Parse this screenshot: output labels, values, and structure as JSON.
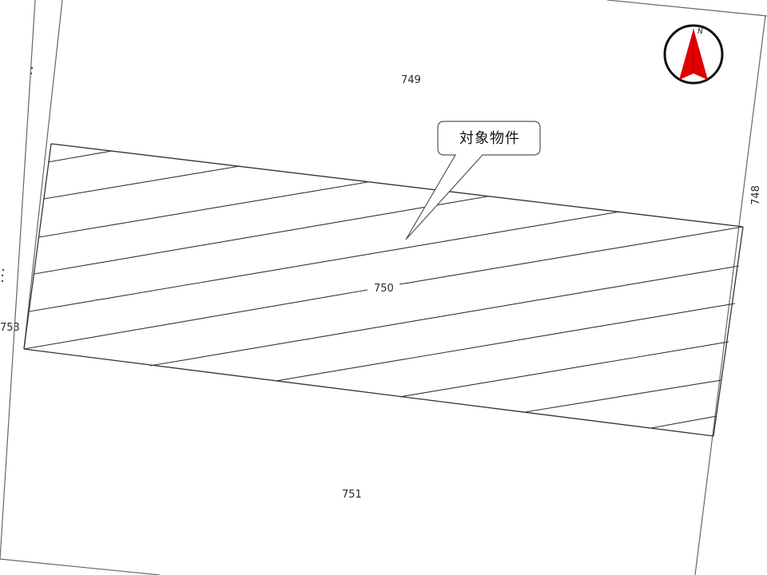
{
  "callout": {
    "text": "対象物件"
  },
  "parcels": {
    "north": "749",
    "subject": "750",
    "south": "751",
    "west": "753",
    "east": "748"
  },
  "compass": {
    "direction_label": "N",
    "arrow_color": "#e00000"
  },
  "colors": {
    "line": "#333333",
    "callout_border": "#555555",
    "background": "#ffffff"
  }
}
